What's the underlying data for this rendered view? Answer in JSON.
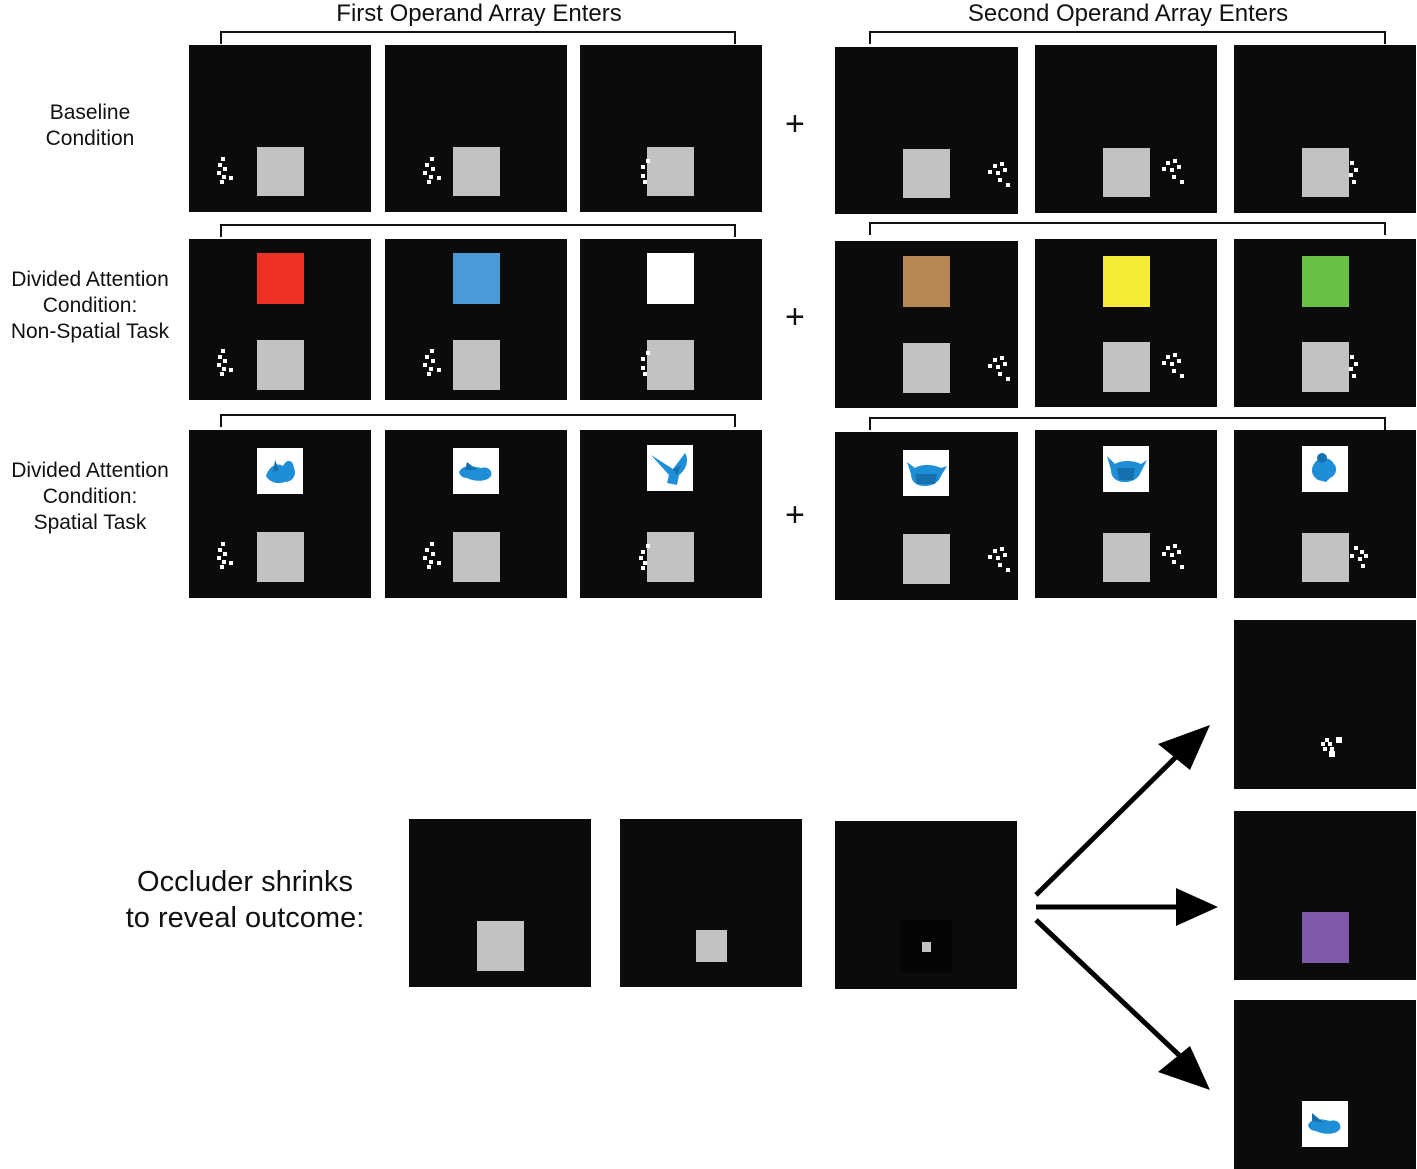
{
  "headers": {
    "first": "First Operand Array Enters",
    "second": "Second Operand Array Enters"
  },
  "rows": [
    {
      "label_lines": [
        "Baseline",
        "Condition"
      ],
      "operator": "+"
    },
    {
      "label_lines": [
        "Divided Attention",
        "Condition:",
        "Non-Spatial Task"
      ],
      "operator": "+",
      "first_colors": [
        "#ee3124",
        "#4a9ad8",
        "#ffffff"
      ],
      "second_colors": [
        "#b58753",
        "#f7ec35",
        "#6abf45"
      ]
    },
    {
      "label_lines": [
        "Divided Attention",
        "Condition:",
        "Spatial Task"
      ],
      "operator": "+"
    }
  ],
  "outcome": {
    "label_lines": [
      "Occluder shrinks",
      "to reveal outcome:"
    ],
    "revealed_color": "#7f5aa8"
  },
  "colors": {
    "panel": "#0b0b0b",
    "occluder": "#c2c2c2",
    "object_blue": "#1e8fd6"
  },
  "icons": [
    "blue-3d-object-icon",
    "dot-array-icon",
    "arrow-icon"
  ]
}
